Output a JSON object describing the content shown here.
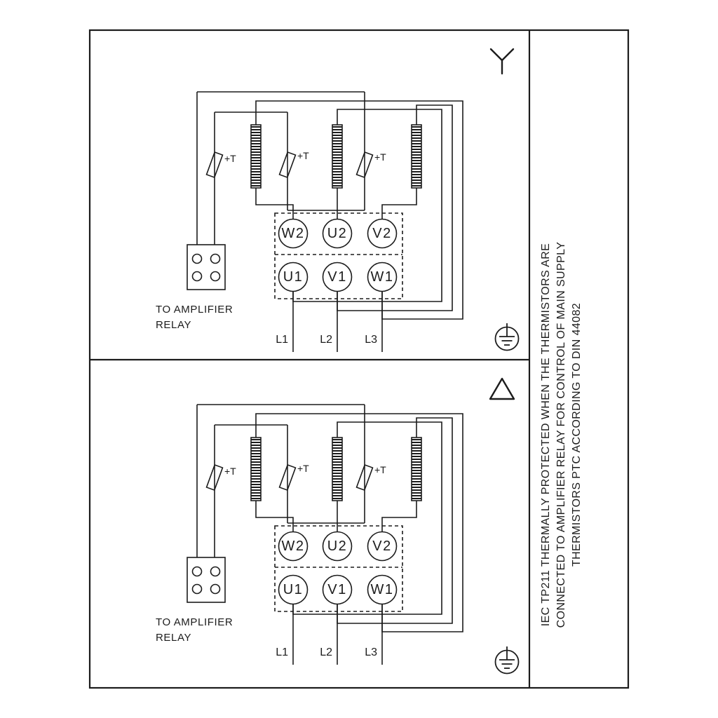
{
  "diagram": {
    "terminals_top": [
      "W2",
      "U2",
      "V2"
    ],
    "terminals_bottom": [
      "U1",
      "V1",
      "W1"
    ],
    "supply_lines": [
      "L1",
      "L2",
      "L3"
    ],
    "thermistor_label": "+T",
    "relay_note_line1": "TO AMPLIFIER",
    "relay_note_line2": "RELAY"
  },
  "side_note": {
    "line1": "IEC TP211 THERMALLY PROTECTED WHEN THE THERMISTORS ARE",
    "line2": "CONNECTED TO AMPLIFIER RELAY FOR CONTROL OF MAIN SUPPLY",
    "line3": "THERMISTORS PTC ACCORDING TO DIN 44082"
  },
  "icons": {
    "star": "star-connection-symbol",
    "delta": "delta-connection-symbol",
    "earth": "protective-earth-symbol"
  },
  "colors": {
    "ink": "#1c1c1c",
    "background": "#ffffff"
  }
}
